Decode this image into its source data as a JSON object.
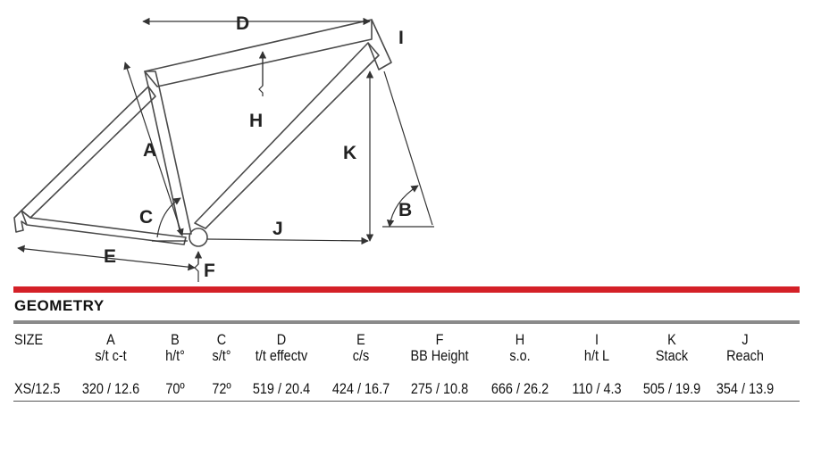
{
  "diagram": {
    "labels": {
      "A": "A",
      "B": "B",
      "C": "C",
      "D": "D",
      "E": "E",
      "F": "F",
      "H": "H",
      "I": "I",
      "J": "J",
      "K": "K"
    },
    "colors": {
      "frame": "#4a4a4a",
      "accent": "#d42027",
      "divider": "#8a8a8a"
    }
  },
  "geometry": {
    "title": "GEOMETRY",
    "columns": [
      {
        "key": "SIZE",
        "sub": ""
      },
      {
        "key": "A",
        "sub": "s/t c-t"
      },
      {
        "key": "B",
        "sub": "h/t°"
      },
      {
        "key": "C",
        "sub": "s/t°"
      },
      {
        "key": "D",
        "sub": "t/t effectv"
      },
      {
        "key": "E",
        "sub": "c/s"
      },
      {
        "key": "F",
        "sub": "BB Height"
      },
      {
        "key": "H",
        "sub": "s.o."
      },
      {
        "key": "I",
        "sub": "h/t L"
      },
      {
        "key": "K",
        "sub": "Stack"
      },
      {
        "key": "J",
        "sub": "Reach"
      }
    ],
    "rows": [
      [
        "XS/12.5",
        "320 / 12.6",
        "70º",
        "72º",
        "519 / 20.4",
        "424 / 16.7",
        "275 / 10.8",
        "666 / 26.2",
        "110 / 4.3",
        "505 / 19.9",
        "354 / 13.9"
      ]
    ]
  }
}
